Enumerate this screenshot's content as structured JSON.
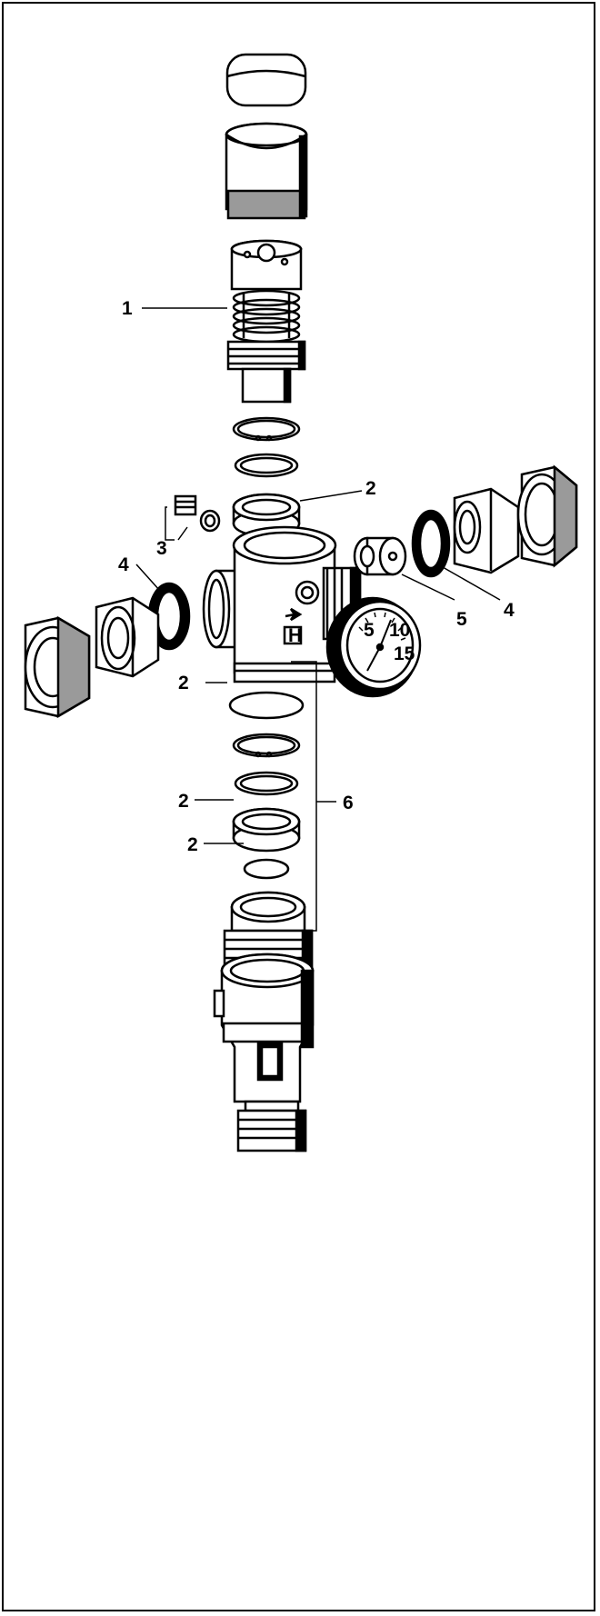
{
  "diagram": {
    "callouts": [
      {
        "id": "callout-1",
        "label": "1"
      },
      {
        "id": "callout-2a",
        "label": "2"
      },
      {
        "id": "callout-3",
        "label": "3"
      },
      {
        "id": "callout-4-left",
        "label": "4"
      },
      {
        "id": "callout-5",
        "label": "5"
      },
      {
        "id": "callout-4-right",
        "label": "4"
      },
      {
        "id": "callout-2b",
        "label": "2"
      },
      {
        "id": "callout-6",
        "label": "6"
      },
      {
        "id": "callout-2c",
        "label": "2"
      },
      {
        "id": "callout-2d",
        "label": "2"
      }
    ],
    "body_marking": "H",
    "gauge_scale": [
      "5",
      "10",
      "15"
    ],
    "colors": {
      "ink": "#000000",
      "fill": "#ffffff",
      "shade": "#9a9a9a"
    }
  }
}
